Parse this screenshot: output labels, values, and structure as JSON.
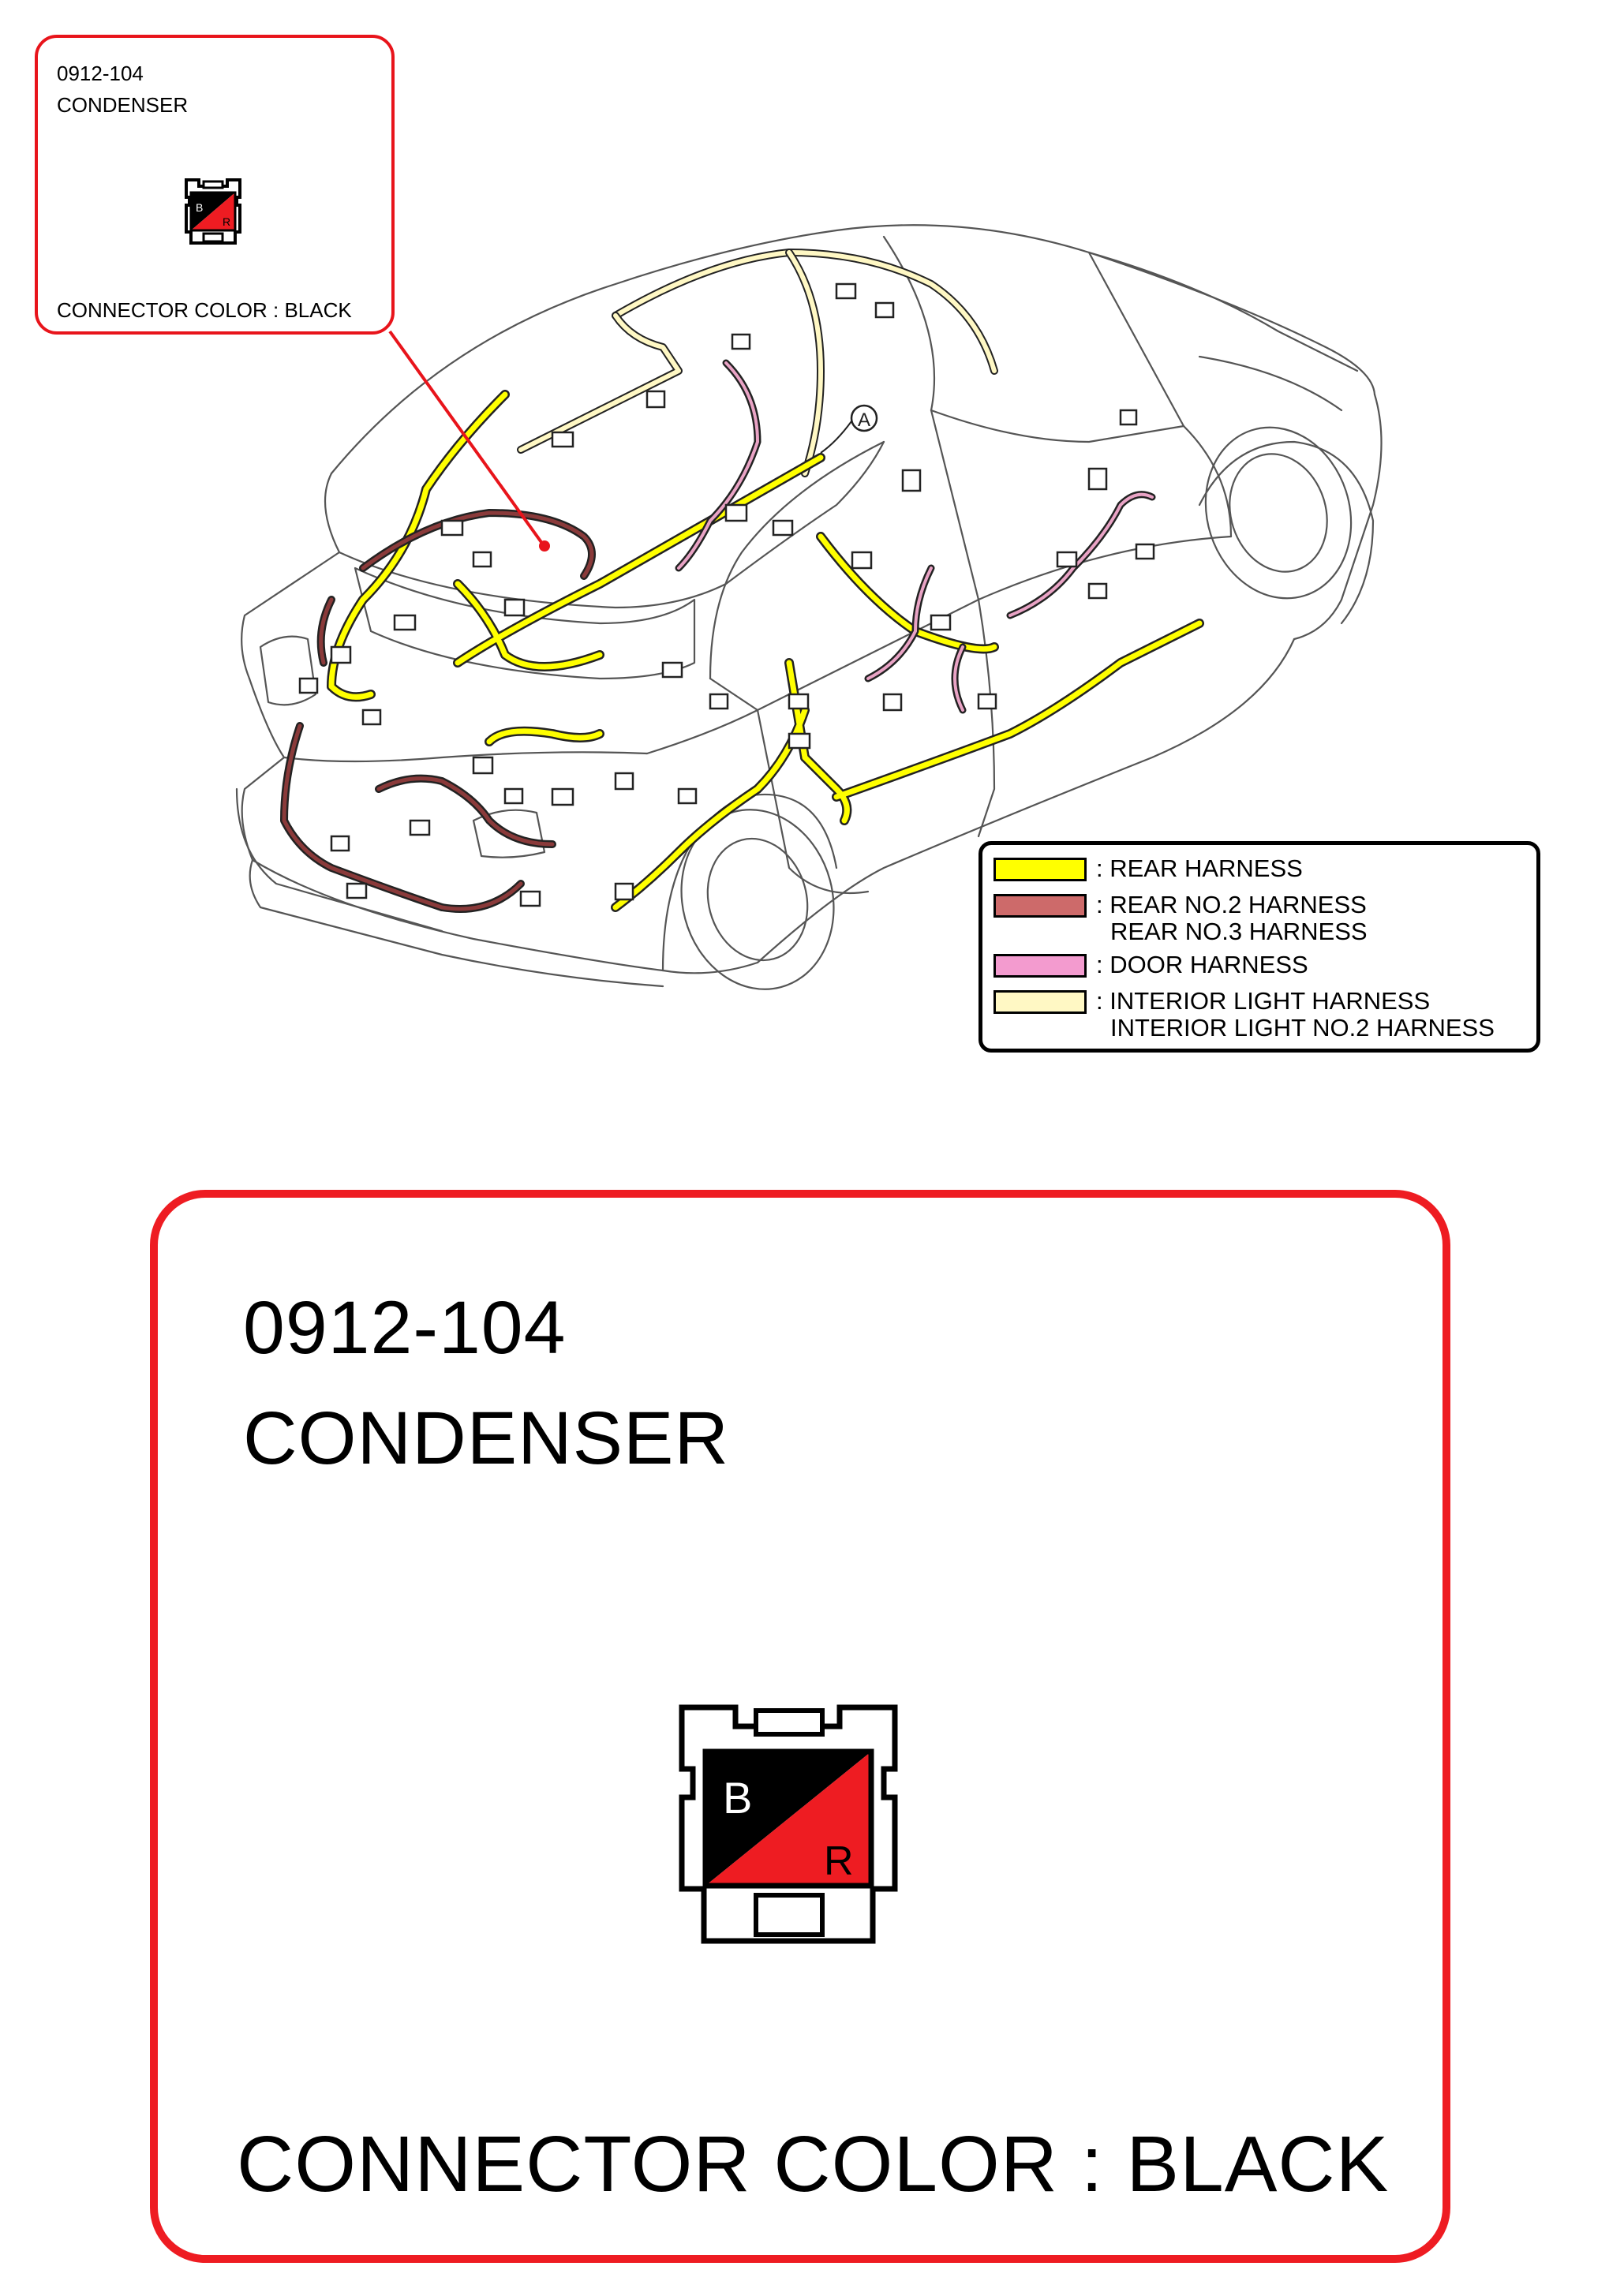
{
  "inset": {
    "code": "0912-104",
    "name": "CONDENSER",
    "connector_color": "CONNECTOR COLOR : BLACK"
  },
  "detail": {
    "code": "0912-104",
    "name": "CONDENSER",
    "connector_color": "CONNECTOR COLOR : BLACK"
  },
  "connector": {
    "terminal_1": "B",
    "terminal_2": "R",
    "terminal_1_color": "#000000",
    "terminal_2_color": "#ee1c22"
  },
  "diagram": {
    "point_label": "A"
  },
  "legend": {
    "items": [
      {
        "color": "#ffff00",
        "lines": [
          ": REAR HARNESS"
        ]
      },
      {
        "color": "#cd6a6a",
        "lines": [
          ": REAR NO.2 HARNESS",
          "REAR NO.3 HARNESS"
        ]
      },
      {
        "color": "#f39bcf",
        "lines": [
          ": DOOR HARNESS"
        ]
      },
      {
        "color": "#fff8c4",
        "lines": [
          ": INTERIOR LIGHT HARNESS",
          "INTERIOR LIGHT NO.2 HARNESS"
        ]
      }
    ]
  },
  "colors": {
    "callout_red": "#e8141b",
    "rear_harness": "#ffff00",
    "rear_no2_harness": "#cd6a6a",
    "door_harness": "#f39bcf",
    "interior_light_harness": "#fff8c4"
  }
}
